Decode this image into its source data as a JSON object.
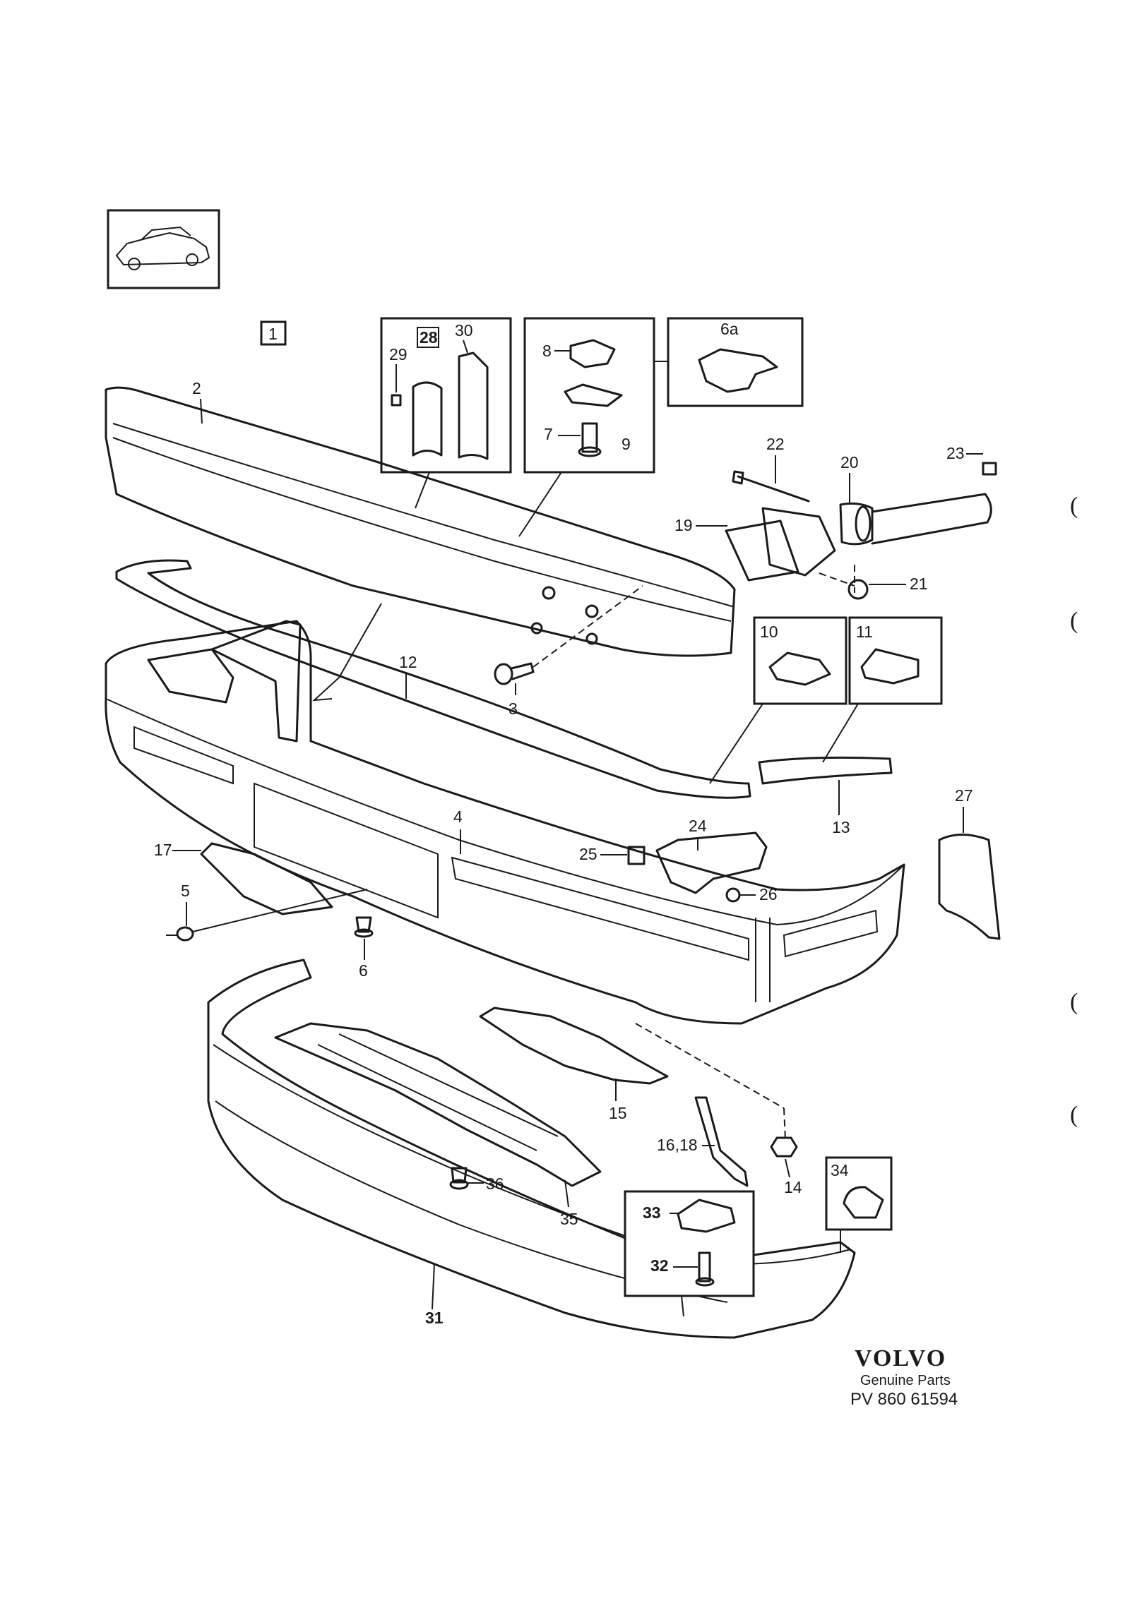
{
  "brand": {
    "name": "VOLVO",
    "subtitle": "Genuine Parts",
    "code": "PV 860 61594"
  },
  "labels": {
    "l1": "1",
    "l2": "2",
    "l3": "3",
    "l4": "4",
    "l5": "5",
    "l6": "6",
    "l6a": "6a",
    "l7": "7",
    "l8": "8",
    "l9": "9",
    "l10": "10",
    "l11": "11",
    "l12": "12",
    "l13": "13",
    "l14": "14",
    "l15": "15",
    "l16_18": "16,18",
    "l17": "17",
    "l19": "19",
    "l20": "20",
    "l21": "21",
    "l22": "22",
    "l23": "23",
    "l24": "24",
    "l25": "25",
    "l26": "26",
    "l27": "27",
    "l28": "28",
    "l29": "29",
    "l30": "30",
    "l31": "31",
    "l32": "32",
    "l33": "33",
    "l34": "34",
    "l35": "35",
    "l36": "36"
  },
  "margin_marks": [
    "(",
    "(",
    "(",
    "("
  ]
}
